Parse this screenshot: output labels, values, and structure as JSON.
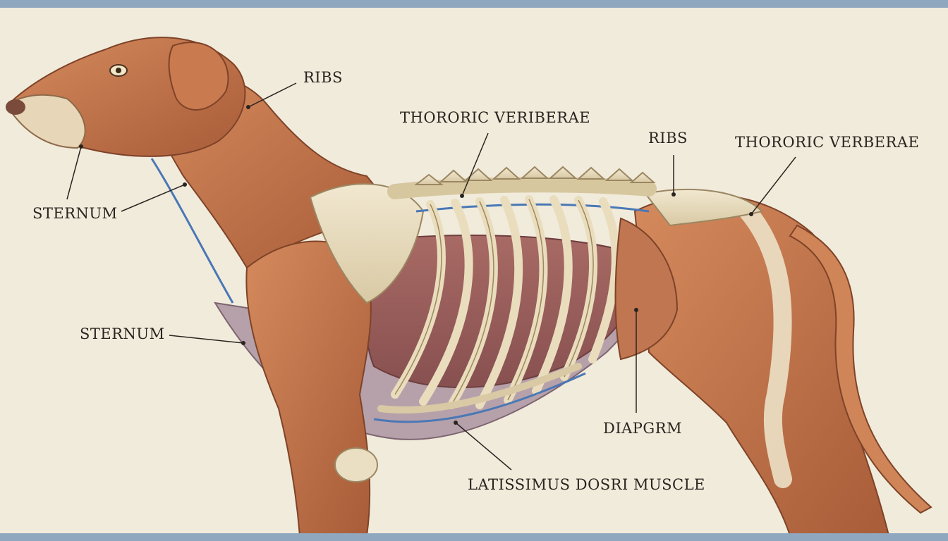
{
  "palette": {
    "background": "#f1ebdc",
    "border_band": "#8fa7bf",
    "muscle": "#c8784c",
    "muscle_dark": "#a45a36",
    "bone": "#eadfc3",
    "organ": "#9a5c5a",
    "vessel": "#4a78b5",
    "belly": "#a894a2",
    "leader_line": "#2a241f"
  },
  "labels": {
    "ribs_neck": "RIBS",
    "sternum_upper": "STERNUM",
    "thoracic_vertebrae_mid": "THORORIC VERIBERAE",
    "ribs_back": "RIBS",
    "thoracic_vertebrae_rear": "THORORIC VERBERAE",
    "sternum_lower": "STERNUM",
    "diaphragm": "DIAPGRM",
    "latissimus": "LATISSIMUS DOSRI MUSCLE"
  }
}
